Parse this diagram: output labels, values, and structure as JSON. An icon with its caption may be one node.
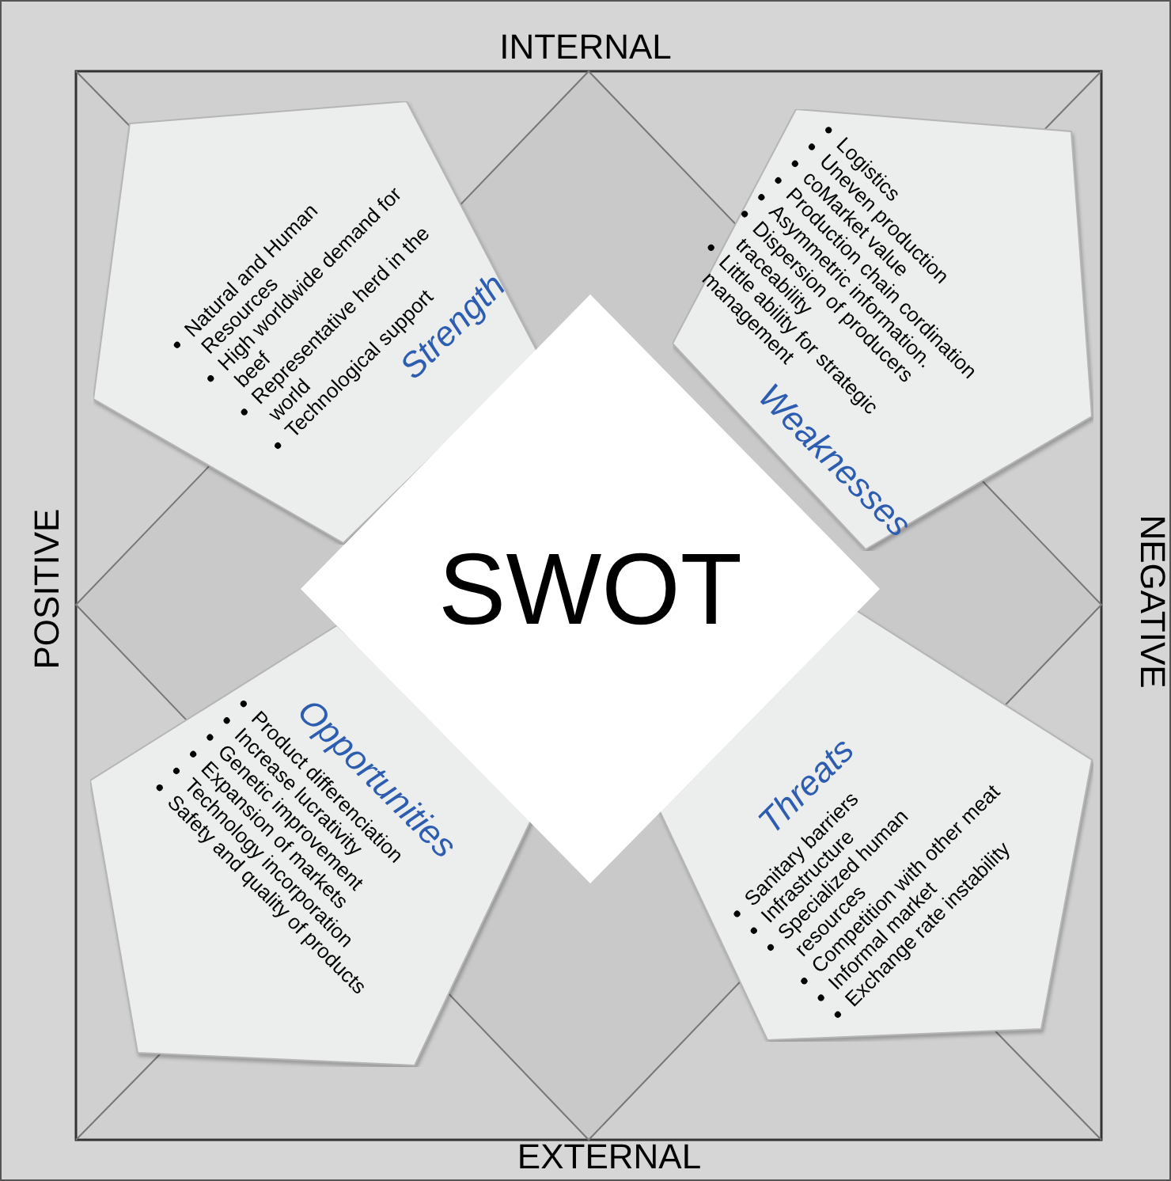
{
  "diagram": {
    "nodes": [
      {
        "text": [
          "Strength",
          "Natural and Human Resources",
          "High worldwide demand for beef",
          "Representative herd in the world",
          "Technological support"
        ]
      },
      {
        "text": [
          "Weaknesses",
          "Logistics",
          "Uneven production",
          "coMarket value",
          "Production chain cordination",
          "Asymmetric information.",
          "Dispersion of producers traceability",
          "Little ability for strategic management"
        ]
      },
      {
        "text": [
          "SWOT"
        ]
      },
      {
        "text": [
          "Opportunities",
          "Product differenciation",
          "Increase lucrativity",
          "Genetic improvement",
          "Expansion of markets",
          "Technology incorporation",
          "Safety and quality of products"
        ]
      },
      {
        "text": [
          "Threats",
          "Sanitary barriers",
          "Infrastructure",
          "Specialized human resources",
          "Competition with other meat",
          "Informal market",
          "Exchange rate instability"
        ]
      }
    ],
    "labels": [
      "INTERNAL",
      "POSITIVE",
      "NEGATIVE",
      "EXTERNAL"
    ]
  }
}
